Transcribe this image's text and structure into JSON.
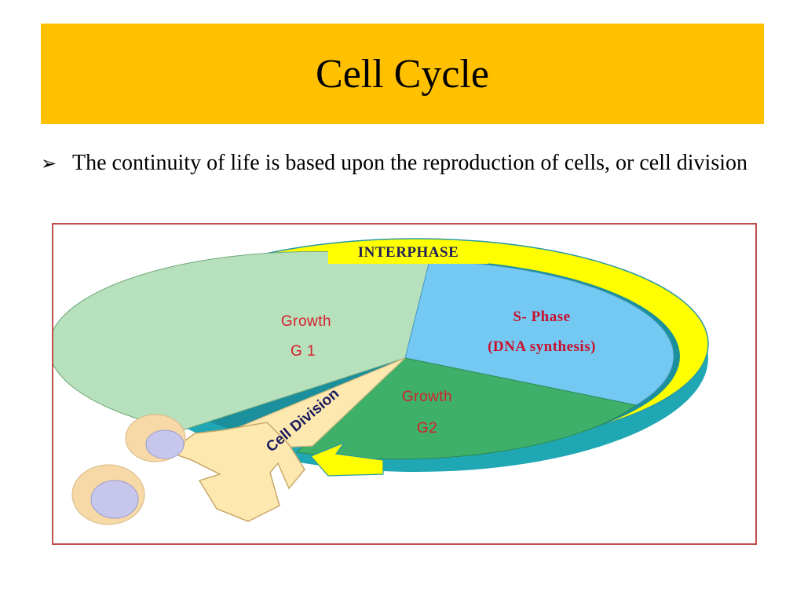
{
  "slide": {
    "title": "Cell Cycle",
    "bullet_icon": "arrow-bullet-icon",
    "bullet_text": "The continuity of life is based upon the reproduction of cells, or cell division"
  },
  "diagram": {
    "ring_label": "INTERPHASE",
    "segments": [
      {
        "id": "g1",
        "line1": "Growth",
        "line2": "G 1",
        "color": "#b7e0bd"
      },
      {
        "id": "s",
        "line1": "S- Phase",
        "line2": "(DNA synthesis)",
        "color": "#74c9f2"
      },
      {
        "id": "g2",
        "line1": "Growth",
        "line2": "G2",
        "color": "#3eb06a"
      }
    ],
    "arrow_label": "Cell Division",
    "colors": {
      "ring_yellow": "#ffff00",
      "ring_teal": "#1fa7b3",
      "arrow_fill": "#fde9b0",
      "cell_body": "#f6d9a7",
      "nucleus": "#c7c7ee",
      "frame_border": "#c0504d",
      "title_bar": "#ffc000"
    }
  }
}
